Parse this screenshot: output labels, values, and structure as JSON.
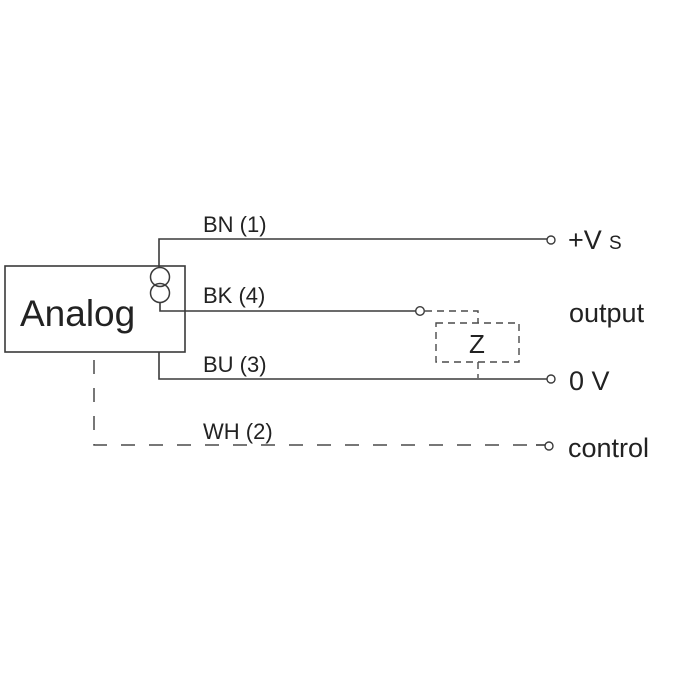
{
  "device": {
    "label": "Analog"
  },
  "wires": [
    {
      "id": "bn",
      "label": "BN (1)",
      "terminal": "+V",
      "terminal_sub": "S"
    },
    {
      "id": "bk",
      "label": "BK (4)",
      "terminal": "output"
    },
    {
      "id": "bu",
      "label": "BU (3)",
      "terminal": "0 V"
    },
    {
      "id": "wh",
      "label": "WH (2)",
      "terminal": "control"
    }
  ],
  "load": {
    "label": "Z"
  },
  "colors": {
    "line": "#3a3a3a",
    "text": "#222222",
    "background": "#ffffff"
  }
}
